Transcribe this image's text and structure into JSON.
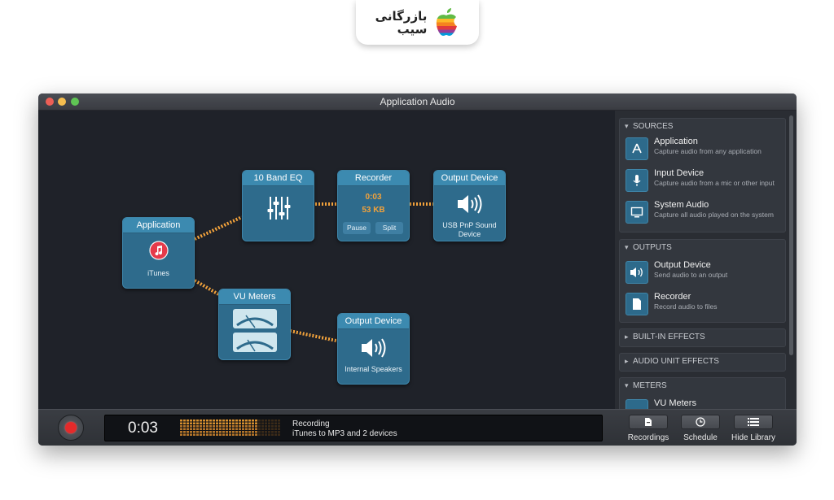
{
  "branding": {
    "line1": "بازرگانی",
    "line2": "سیب"
  },
  "window": {
    "title": "Application Audio"
  },
  "nodes": {
    "application": {
      "title": "Application",
      "caption": "iTunes"
    },
    "eq": {
      "title": "10 Band EQ"
    },
    "recorder": {
      "title": "Recorder",
      "time": "0:03",
      "size": "53 KB",
      "pause": "Pause",
      "split": "Split"
    },
    "output_usb": {
      "title": "Output Device",
      "caption_line1": "USB PnP Sound",
      "caption_line2": "Device"
    },
    "vu": {
      "title": "VU Meters"
    },
    "output_internal": {
      "title": "Output Device",
      "caption": "Internal Speakers"
    }
  },
  "sidebar": {
    "sources": {
      "header": "SOURCES",
      "items": [
        {
          "title": "Application",
          "desc": "Capture audio from any application",
          "icon": "app-store-icon"
        },
        {
          "title": "Input Device",
          "desc": "Capture audio from a mic or other input",
          "icon": "microphone-icon"
        },
        {
          "title": "System Audio",
          "desc": "Capture all audio played on the system",
          "icon": "monitor-icon"
        }
      ]
    },
    "outputs": {
      "header": "OUTPUTS",
      "items": [
        {
          "title": "Output Device",
          "desc": "Send audio to an output",
          "icon": "speaker-icon"
        },
        {
          "title": "Recorder",
          "desc": "Record audio to files",
          "icon": "document-icon"
        }
      ]
    },
    "builtin": {
      "header": "BUILT-IN EFFECTS"
    },
    "audiounit": {
      "header": "AUDIO UNIT EFFECTS"
    },
    "meters": {
      "header": "METERS",
      "items": [
        {
          "title": "VU Meters",
          "icon": "vu-meter-icon"
        }
      ]
    }
  },
  "bottombar": {
    "time": "0:03",
    "status_line1": "Recording",
    "status_line2": "iTunes to MP3 and 2 devices",
    "buttons": {
      "recordings": "Recordings",
      "schedule": "Schedule",
      "hide_library": "Hide Library"
    }
  },
  "colors": {
    "accent_orange": "#f2a23b",
    "node_blue": "#2e6b8c",
    "record_red": "#e42a2a"
  }
}
